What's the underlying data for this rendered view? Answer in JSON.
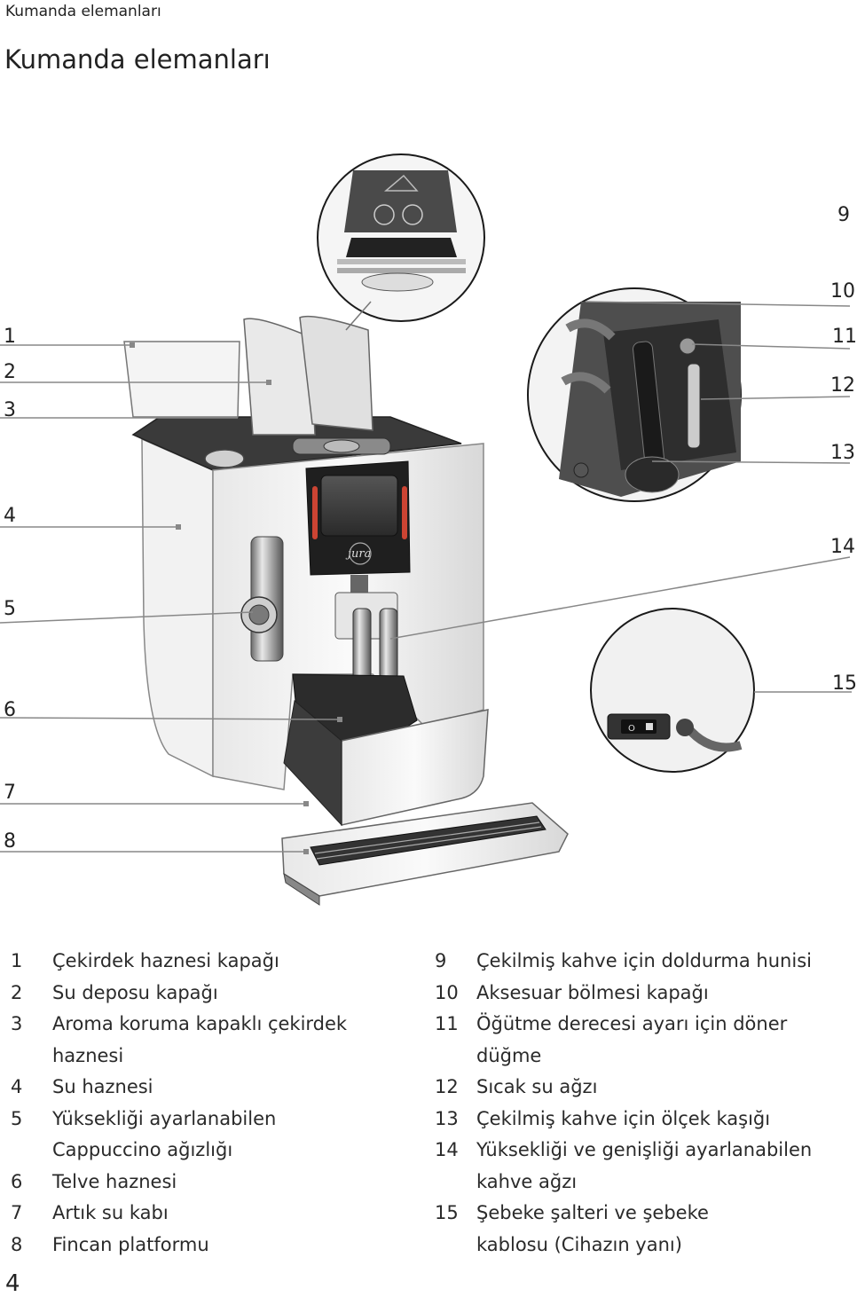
{
  "header": {
    "running_title": "Kumanda elemanları",
    "page_title": "Kumanda elemanları"
  },
  "figure": {
    "brand_logo": "jura",
    "callouts_left": [
      "1",
      "2",
      "3",
      "4",
      "5",
      "6",
      "7",
      "8"
    ],
    "callouts_right": [
      "9",
      "10",
      "11",
      "12",
      "13",
      "14",
      "15"
    ]
  },
  "legend_left": [
    {
      "num": "1",
      "text": "Çekirdek haznesi kapağı"
    },
    {
      "num": "2",
      "text": "Su deposu kapağı"
    },
    {
      "num": "3",
      "text": "Aroma koruma kapaklı çekirdek haznesi"
    },
    {
      "num": "4",
      "text": "Su haznesi"
    },
    {
      "num": "5",
      "text": "Yüksekliği ayarlanabilen Cappuccino ağızlığı"
    },
    {
      "num": "6",
      "text": "Telve haznesi"
    },
    {
      "num": "7",
      "text": "Artık su kabı"
    },
    {
      "num": "8",
      "text": "Fincan platformu"
    }
  ],
  "legend_right": [
    {
      "num": "9",
      "text": "Çekilmiş kahve için doldurma hunisi"
    },
    {
      "num": "10",
      "text": "Aksesuar bölmesi kapağı"
    },
    {
      "num": "11",
      "text": "Öğütme derecesi ayarı için döner düğme"
    },
    {
      "num": "12",
      "text": "Sıcak su ağzı"
    },
    {
      "num": "13",
      "text": "Çekilmiş kahve için ölçek kaşığı"
    },
    {
      "num": "14",
      "text": "Yüksekliği ve genişliği ayarlanabilen kahve ağzı"
    },
    {
      "num": "15",
      "text": "Şebeke şalteri ve şebeke kablosu (Cihazın yanı)"
    }
  ],
  "footer": {
    "page_number": "4"
  }
}
